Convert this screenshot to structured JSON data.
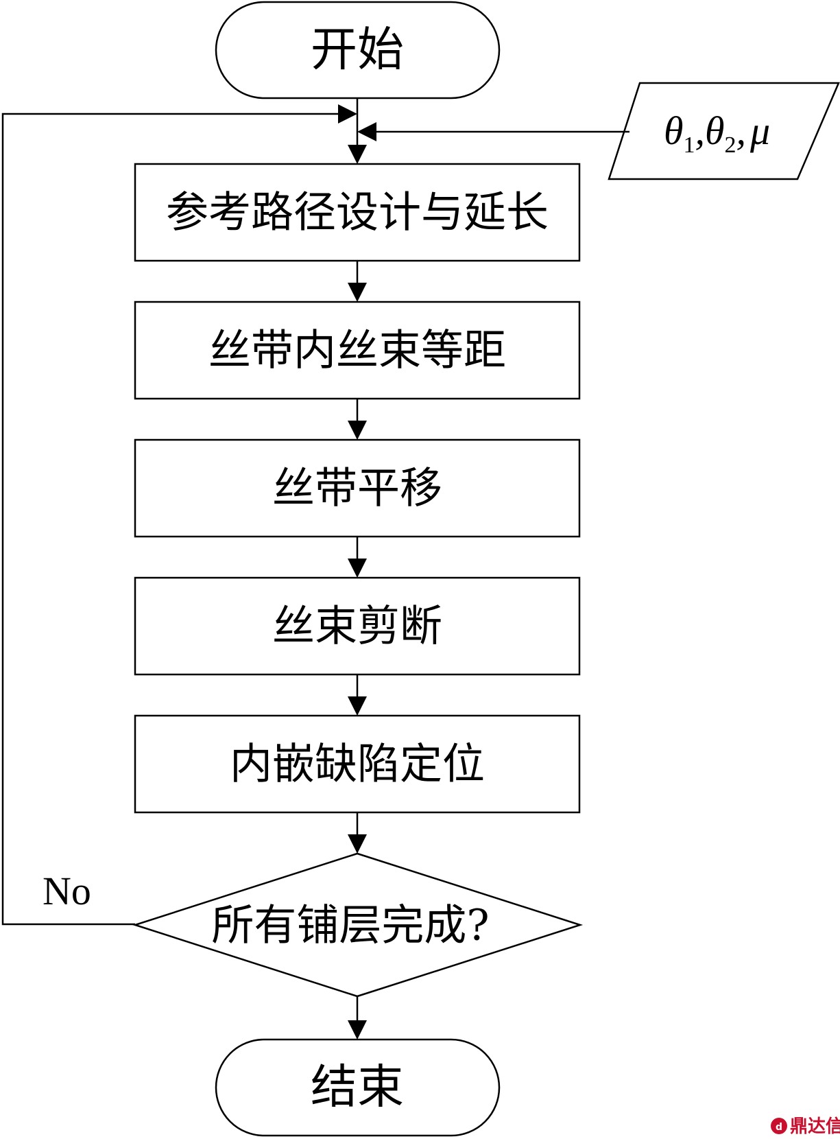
{
  "flowchart": {
    "start_label": "开始",
    "steps": [
      "参考路径设计与延长",
      "丝带内丝束等距",
      "丝带平移",
      "丝束剪断",
      "内嵌缺陷定位"
    ],
    "decision_label": "所有铺层完成?",
    "end_label": "结束",
    "loop_label": "No",
    "input": {
      "theta_symbol": "θ",
      "sub_1": "1",
      "sub_2": "2",
      "mu_symbol": "μ",
      "separator": ","
    }
  },
  "watermark": {
    "text": "鼎达信",
    "color": "#c8102e"
  }
}
